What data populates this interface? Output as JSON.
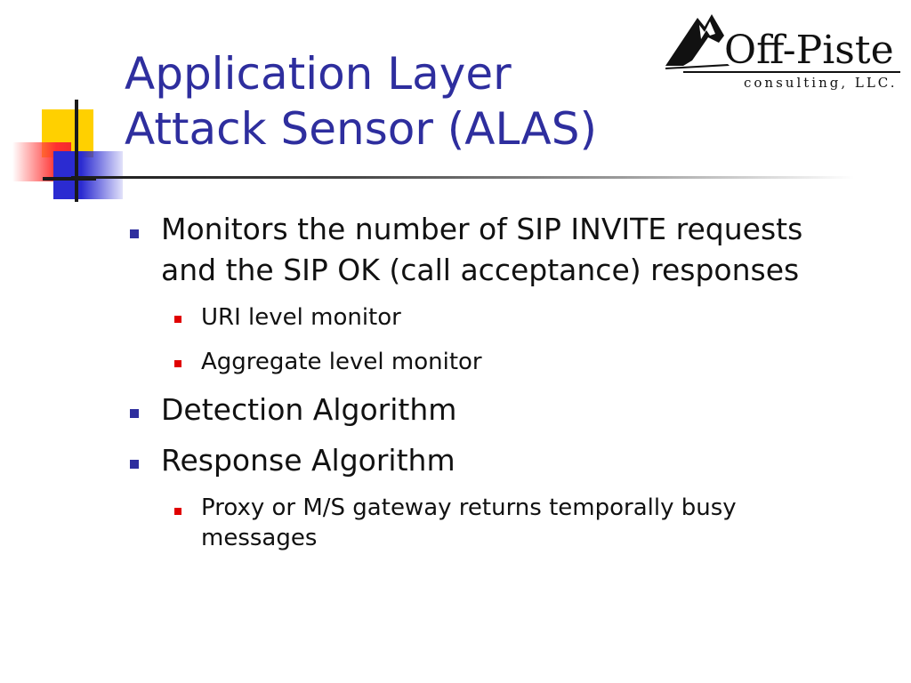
{
  "slide": {
    "title_line1": "Application Layer",
    "title_line2": "Attack Sensor (ALAS)"
  },
  "logo": {
    "name": "Off-Piste",
    "tagline": "consulting, LLC.",
    "icon": "mountain-icon"
  },
  "bullets": [
    {
      "text_line1": "Monitors the number of SIP INVITE requests",
      "text_line2": "and the  SIP OK (call acceptance) responses",
      "sub": [
        {
          "text": "URI level monitor"
        },
        {
          "text": "Aggregate level monitor"
        }
      ]
    },
    {
      "text": "Detection Algorithm"
    },
    {
      "text": "Response Algorithm",
      "sub": [
        {
          "text_line1": "Proxy or M/S gateway returns temporally busy",
          "text_line2": "messages"
        }
      ]
    }
  ],
  "colors": {
    "title": "#2e2e9e",
    "bullet_level1": "#2e2e9e",
    "bullet_level2": "#e00000",
    "accent_yellow": "#ffd000",
    "accent_red": "#ff3030",
    "accent_blue": "#2b2bd1"
  }
}
